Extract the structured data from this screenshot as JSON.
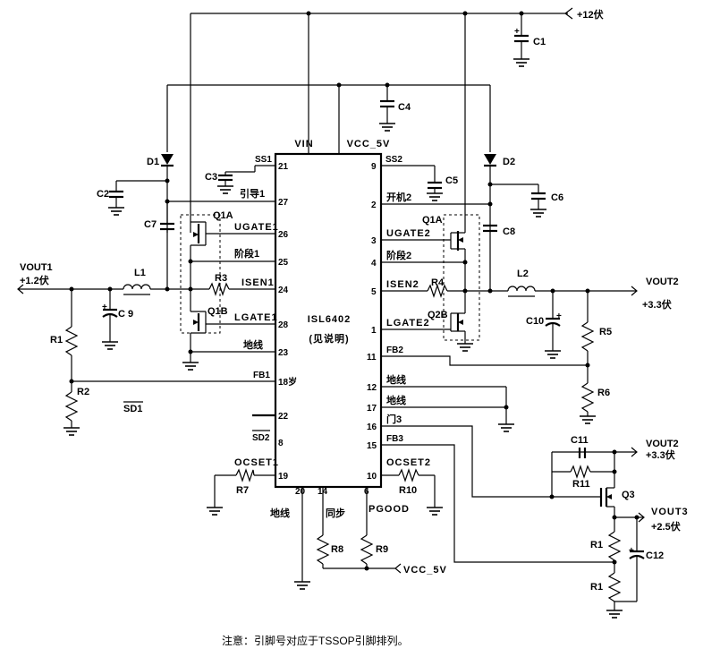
{
  "ic": {
    "part": "ISL6402",
    "note": "(见说明)",
    "top": {
      "vin": "VIN",
      "vcc": "VCC_5V"
    },
    "left": {
      "ss1": "SS1",
      "boot1": "引导1",
      "ugate1": "UGATE1",
      "phase1": "阶段1",
      "isen1": "ISEN1",
      "lgate1": "LGATE1",
      "gnd23": "地线",
      "fb1": "FB1",
      "pin18": "18岁",
      "sd2": "SD2",
      "ocset1": "OCSET1"
    },
    "right": {
      "ss2": "SS2",
      "boot2": "开机2",
      "ugate2": "UGATE2",
      "phase2": "阶段2",
      "isen2": "ISEN2",
      "lgate2": "LGATE2",
      "fb2": "FB2",
      "gnd12": "地线",
      "gnd17": "地线",
      "gate3": "门3",
      "fb3": "FB3",
      "ocset2": "OCSET2"
    },
    "bottom": {
      "gnd": "地线",
      "sync": "同步",
      "pgood": "PGOOD"
    }
  },
  "labels": {
    "v12": "+12伏",
    "c1": "C1",
    "c2": "C2",
    "c3": "C3",
    "c4": "C4",
    "c5": "C5",
    "c6": "C6",
    "c7": "C7",
    "c8": "C8",
    "c9": "C 9",
    "c10": "C10",
    "c11": "C11",
    "c12": "C12",
    "d1": "D1",
    "d2": "D2",
    "q1a": "Q1A",
    "q1b": "Q1B",
    "q2a": "Q1A",
    "q2b": "Q2B",
    "q3": "Q3",
    "l1": "L1",
    "l2": "L2",
    "r1": "R1",
    "r2": "R2",
    "r3": "R3",
    "r4": "R4",
    "r5": "R5",
    "r6": "R6",
    "r7": "R7",
    "r8": "R8",
    "r9": "R9",
    "r10": "R10",
    "r11": "R11",
    "r1b": "R1",
    "vout1": "VOUT1",
    "vout1_value": "+1.2伏",
    "vout2": "VOUT2",
    "vout2_value": "+3.3伏",
    "vout2_value_b": "+3.3伏",
    "vout3": "VOUT3",
    "vout3_value": "+2.5伏",
    "vcc5v": "VCC_5V",
    "sd1": "SD1"
  },
  "footer": {
    "note": "注意：引脚号对应于TSSOP引脚排列。"
  }
}
